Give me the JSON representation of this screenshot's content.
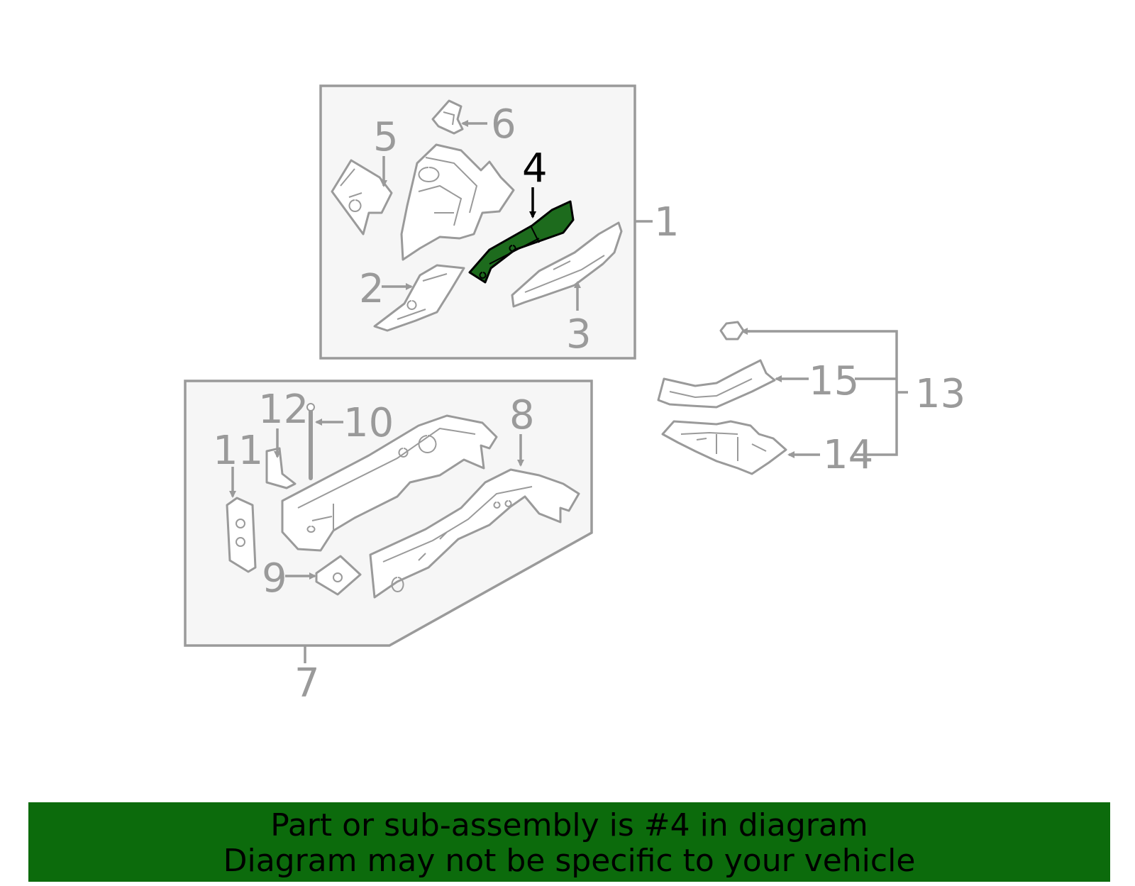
{
  "diagram": {
    "callouts": [
      "1",
      "2",
      "3",
      "4",
      "5",
      "6",
      "7",
      "8",
      "9",
      "10",
      "11",
      "12",
      "13",
      "14",
      "15"
    ],
    "highlighted_part": "4",
    "colors": {
      "highlight_fill": "#1d6b1d",
      "line": "#9a9a9a",
      "box_fill": "#f6f6f6",
      "banner_bg": "#0c6b0c"
    }
  },
  "banner": {
    "line1": "Part or sub-assembly is #4 in diagram",
    "line2": "Diagram may not be specific to your vehicle"
  }
}
